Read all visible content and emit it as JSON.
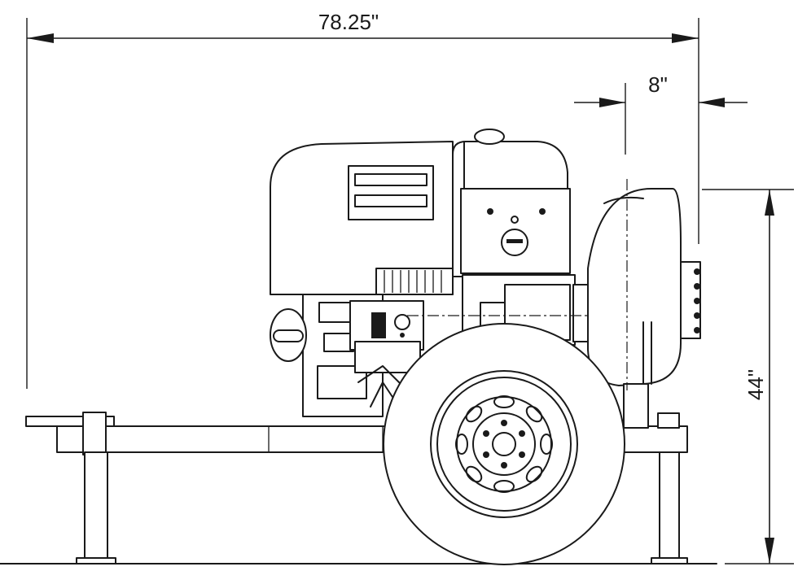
{
  "dimensions": {
    "overall_length": "78.25\"",
    "overall_height": "44\"",
    "discharge_offset": "8\""
  }
}
